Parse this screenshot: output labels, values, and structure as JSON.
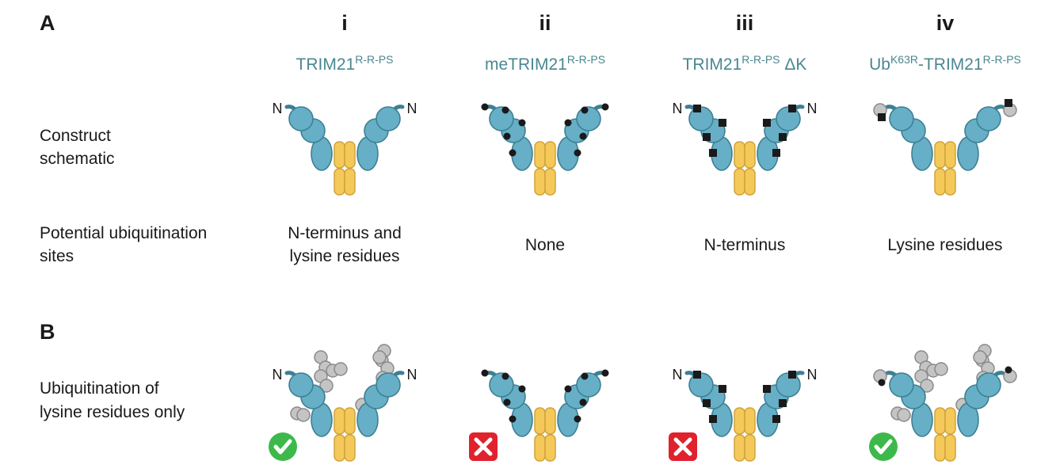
{
  "panels": {
    "a": "A",
    "b": "B"
  },
  "row_labels": {
    "construct": [
      "Construct",
      "schematic"
    ],
    "sites": [
      "Potential ubiquitination",
      "sites"
    ],
    "ubiquitination": [
      "Ubiquitination of",
      "lysine residues only"
    ]
  },
  "n_terminus_label": "N",
  "columns": [
    {
      "numeral": "i",
      "title_pre": "",
      "title_pre_sup": "",
      "title_main": "TRIM21",
      "title_sup": "R-R-PS",
      "title_post": "",
      "sites": [
        "N-terminus and",
        "lysine residues"
      ],
      "modification": "none",
      "result": "yes"
    },
    {
      "numeral": "ii",
      "title_pre": "",
      "title_pre_sup": "",
      "title_main": "meTRIM21",
      "title_sup": "R-R-PS",
      "title_post": "",
      "sites": [
        "None"
      ],
      "modification": "methylated",
      "result": "no"
    },
    {
      "numeral": "iii",
      "title_pre": "",
      "title_pre_sup": "",
      "title_main": "TRIM21",
      "title_sup": "R-R-PS",
      "title_post": " ΔK",
      "sites": [
        "N-terminus"
      ],
      "modification": "lysine-free",
      "result": "no"
    },
    {
      "numeral": "iv",
      "title_pre": "Ub",
      "title_pre_sup": "K63R",
      "title_main": "-TRIM21",
      "title_sup": "R-R-PS",
      "title_post": "",
      "sites": [
        "Lysine residues"
      ],
      "modification": "ub-fused",
      "result": "yes"
    }
  ],
  "colors": {
    "domain": "#66afc7",
    "domain_stroke": "#3d8093",
    "fc": "#f4c95a",
    "fc_stroke": "#d0a43a",
    "ub": "#c4c4c4",
    "ub_stroke": "#8a8a8a",
    "check": "#3cb94a",
    "cross": "#e0222d",
    "title": "#4a8791"
  }
}
